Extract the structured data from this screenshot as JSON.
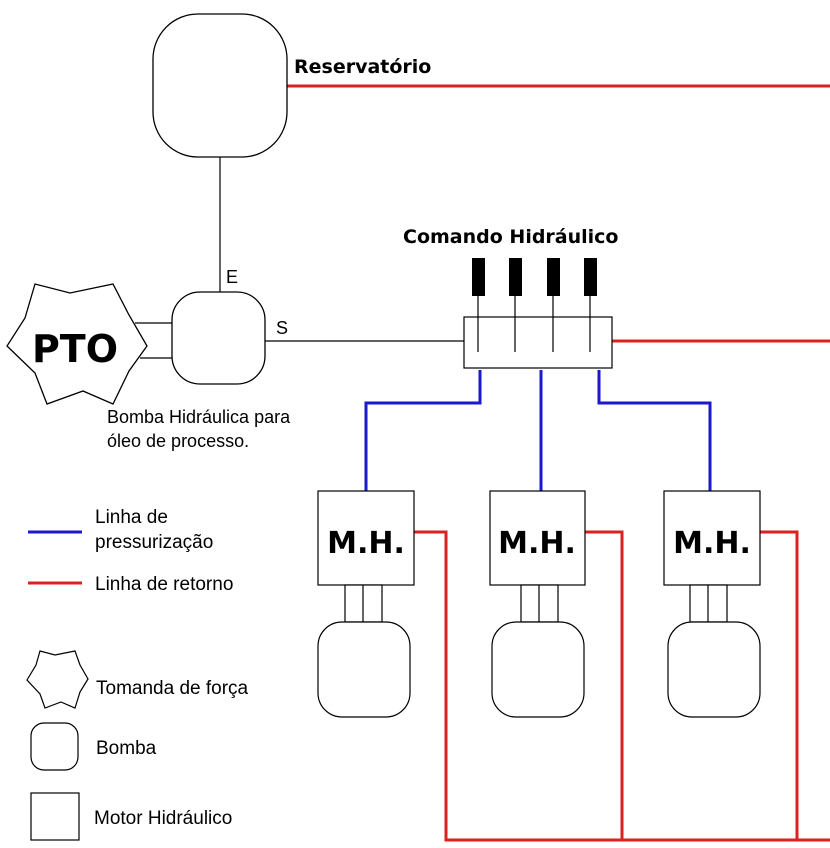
{
  "reservoir_label": "Reservatório",
  "control_label": "Comando Hidráulico",
  "pto_label": "PTO",
  "pump_inlet_label": "E",
  "pump_outlet_label": "S",
  "pump_caption_line1": "Bomba Hidráulica para",
  "pump_caption_line2": "óleo de processo.",
  "motor_label": "M.H.",
  "legend": {
    "pressure_line1": "Linha de",
    "pressure_line2": "pressurização",
    "return_line": "Linha de retorno",
    "pto": "Tomanda de força",
    "pump": "Bomba",
    "motor": "Motor Hidráulico"
  },
  "colors": {
    "pressure": "#1a1acc",
    "return": "#dd2020",
    "outline": "#000000"
  }
}
